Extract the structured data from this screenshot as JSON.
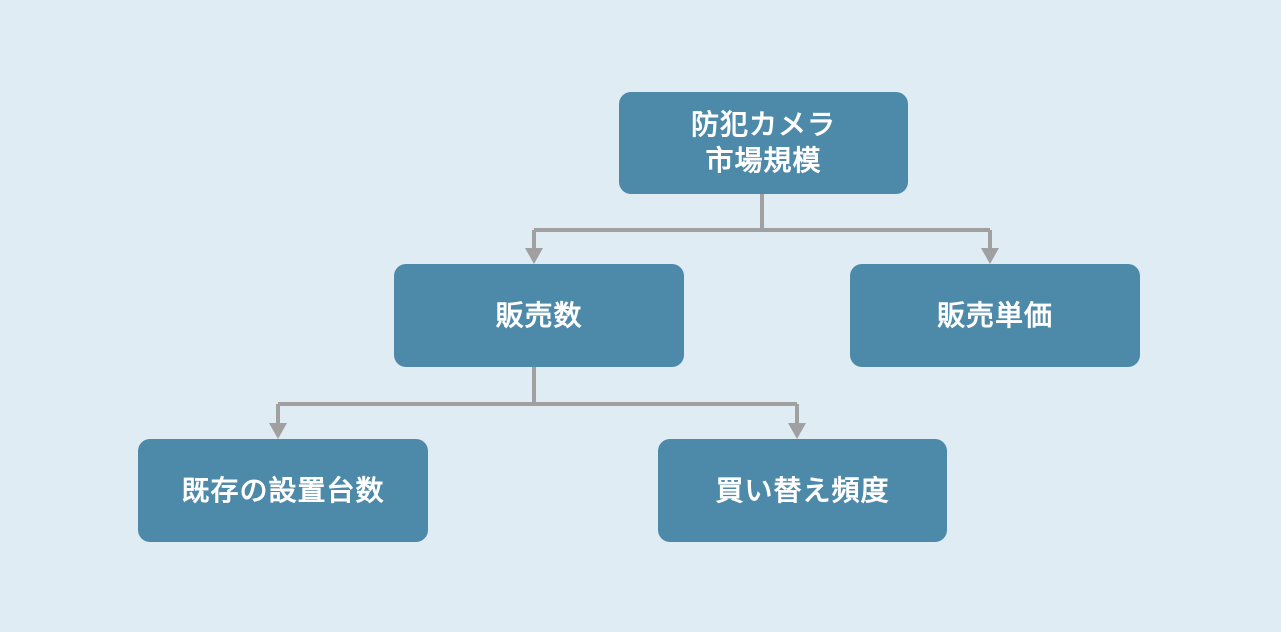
{
  "diagram": {
    "root": {
      "line1": "防犯カメラ",
      "line2": "市場規模"
    },
    "level2": {
      "sales_count": "販売数",
      "unit_price": "販売単価"
    },
    "level3": {
      "installed_base": "既存の設置台数",
      "replacement_frequency": "買い替え頻度"
    },
    "colors": {
      "background": "#e0ecf4",
      "node_fill": "#4d89a9",
      "node_text": "#ffffff",
      "connector": "#a0a0a0"
    }
  }
}
